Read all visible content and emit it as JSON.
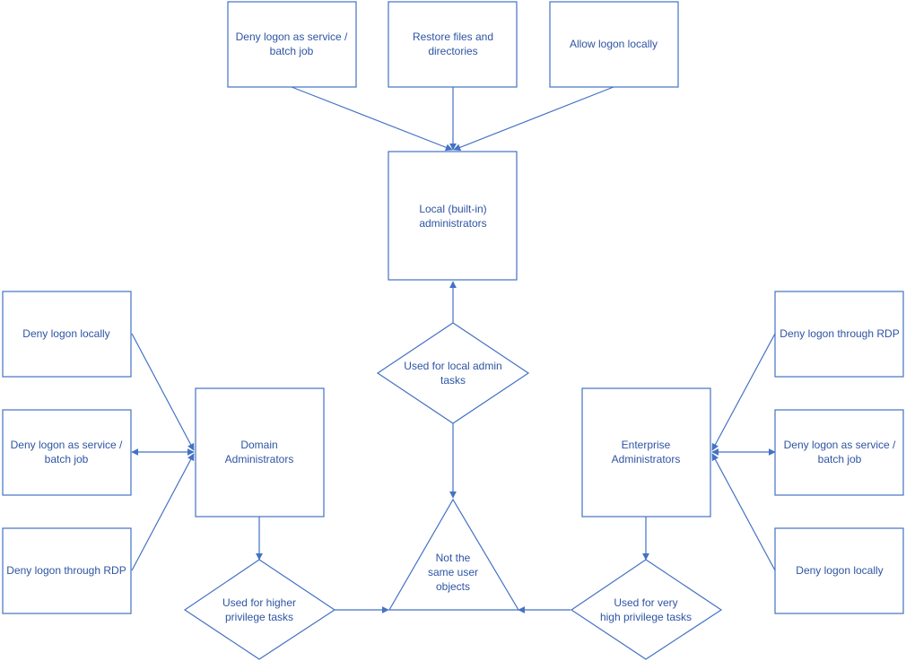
{
  "colors": {
    "line": "#4472c4",
    "text": "#2e54a3",
    "background": "#ffffff"
  },
  "nodes": [
    {
      "id": "deny-service-top",
      "shape": "rect",
      "lines": [
        "Deny logon as service /",
        "batch job"
      ]
    },
    {
      "id": "restore-files",
      "shape": "rect",
      "lines": [
        "Restore files and",
        "directories"
      ]
    },
    {
      "id": "allow-local",
      "shape": "rect",
      "lines": [
        "Allow logon locally"
      ]
    },
    {
      "id": "local-admins",
      "shape": "rect",
      "lines": [
        "Local (built-in)",
        "administrators"
      ]
    },
    {
      "id": "local-admin-tasks",
      "shape": "diamond",
      "lines": [
        "Used for local admin",
        "tasks"
      ]
    },
    {
      "id": "deny-local-left",
      "shape": "rect",
      "lines": [
        "Deny logon locally"
      ]
    },
    {
      "id": "deny-service-left",
      "shape": "rect",
      "lines": [
        "Deny logon as service /",
        "batch job"
      ]
    },
    {
      "id": "deny-rdp-left",
      "shape": "rect",
      "lines": [
        "Deny logon through RDP"
      ]
    },
    {
      "id": "domain-admins",
      "shape": "rect",
      "lines": [
        "Domain",
        "Administrators"
      ]
    },
    {
      "id": "higher-tasks",
      "shape": "diamond",
      "lines": [
        "Used for higher",
        "privilege tasks"
      ]
    },
    {
      "id": "not-same",
      "shape": "triangle",
      "lines": [
        "Not the",
        "same user",
        "objects"
      ]
    },
    {
      "id": "enterprise-admins",
      "shape": "rect",
      "lines": [
        "Enterprise",
        "Administrators"
      ]
    },
    {
      "id": "very-high-tasks",
      "shape": "diamond",
      "lines": [
        "Used for very",
        "high privilege tasks"
      ]
    },
    {
      "id": "deny-rdp-right",
      "shape": "rect",
      "lines": [
        "Deny logon through RDP"
      ]
    },
    {
      "id": "deny-service-right",
      "shape": "rect",
      "lines": [
        "Deny logon as service /",
        "batch job"
      ]
    },
    {
      "id": "deny-local-right",
      "shape": "rect",
      "lines": [
        "Deny logon locally"
      ]
    }
  ],
  "edges": [
    {
      "from": "deny-service-top",
      "to": "local-admins",
      "arrows": "end"
    },
    {
      "from": "restore-files",
      "to": "local-admins",
      "arrows": "end"
    },
    {
      "from": "allow-local",
      "to": "local-admins",
      "arrows": "end"
    },
    {
      "from": "local-admin-tasks",
      "to": "local-admins",
      "arrows": "end"
    },
    {
      "from": "local-admin-tasks",
      "to": "not-same",
      "arrows": "end"
    },
    {
      "from": "deny-local-left",
      "to": "domain-admins",
      "arrows": "end"
    },
    {
      "from": "deny-service-left",
      "to": "domain-admins",
      "arrows": "both"
    },
    {
      "from": "deny-rdp-left",
      "to": "domain-admins",
      "arrows": "end"
    },
    {
      "from": "domain-admins",
      "to": "higher-tasks",
      "arrows": "end"
    },
    {
      "from": "higher-tasks",
      "to": "not-same",
      "arrows": "end"
    },
    {
      "from": "deny-rdp-right",
      "to": "enterprise-admins",
      "arrows": "end"
    },
    {
      "from": "deny-service-right",
      "to": "enterprise-admins",
      "arrows": "both"
    },
    {
      "from": "deny-local-right",
      "to": "enterprise-admins",
      "arrows": "end"
    },
    {
      "from": "enterprise-admins",
      "to": "very-high-tasks",
      "arrows": "end"
    },
    {
      "from": "very-high-tasks",
      "to": "not-same",
      "arrows": "end"
    }
  ]
}
